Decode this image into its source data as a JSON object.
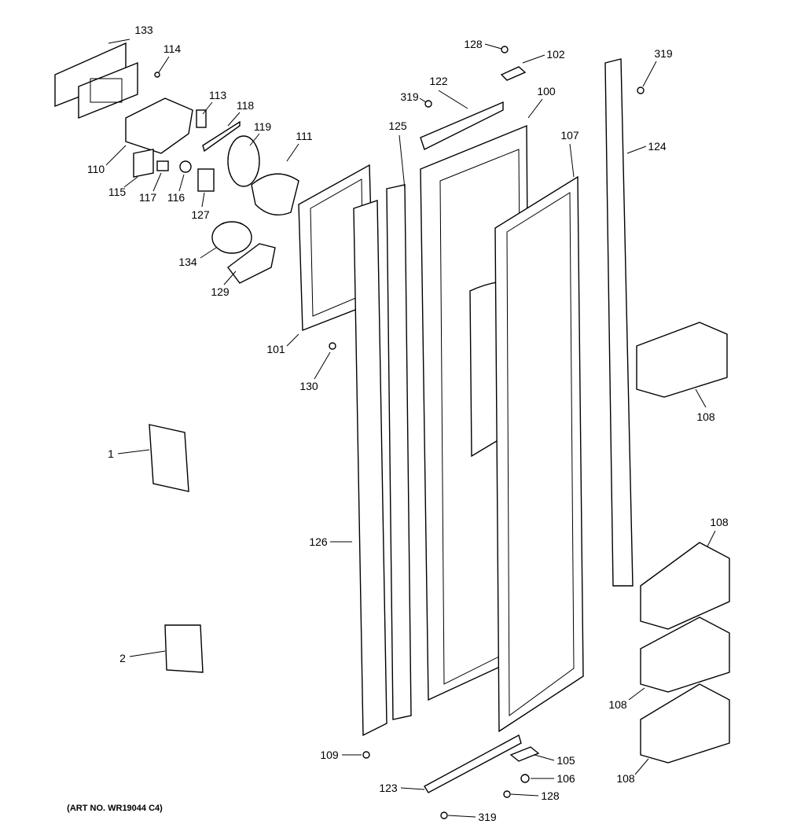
{
  "title": "Fresh Food Door parts diagram",
  "caption": "(ART NO. WR19044 C4)",
  "callouts": [
    "133",
    "114",
    "113",
    "118",
    "119",
    "111",
    "110",
    "115",
    "117",
    "116",
    "127",
    "134",
    "129",
    "101",
    "130",
    "1",
    "2",
    "126",
    "109",
    "125",
    "128",
    "102",
    "122",
    "319",
    "100",
    "107",
    "319",
    "124",
    "108",
    "108",
    "108",
    "108",
    "105",
    "106",
    "123",
    "128",
    "319"
  ]
}
